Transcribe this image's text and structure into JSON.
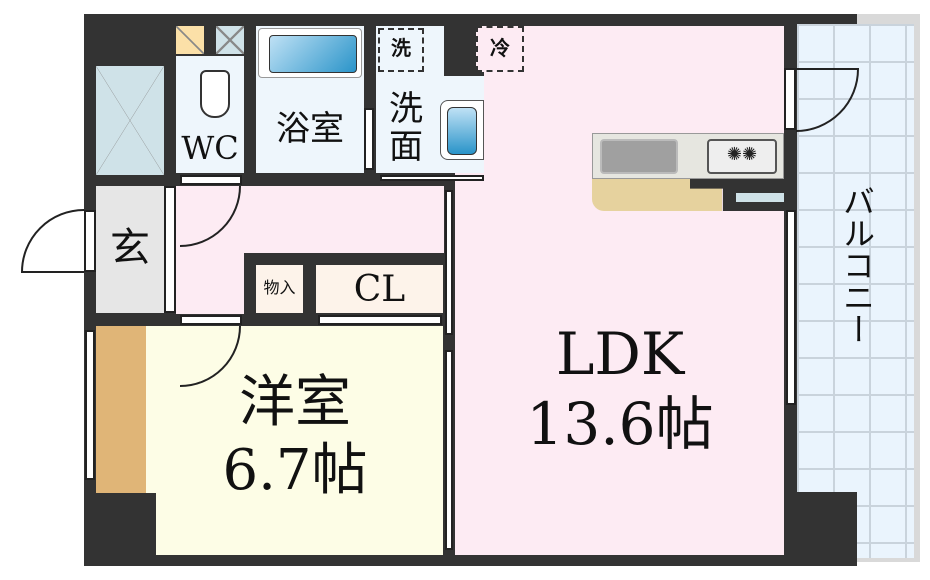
{
  "rooms": {
    "wc": "WC",
    "bath": "浴室",
    "washroom": "洗面",
    "washer": "洗",
    "fridge": "冷",
    "entrance": "玄",
    "storage": "物入",
    "closet": "CL",
    "western_room": {
      "name": "洋室",
      "size": "6.7帖"
    },
    "ldk": {
      "name": "LDK",
      "size": "13.6帖"
    },
    "balcony": "バルコニー"
  },
  "colors": {
    "wall": "#333333",
    "ldk": "#fdebf3",
    "western": "#fdfde6",
    "wet": "#eef6fc",
    "entrance": "#e6e6e6",
    "wood": "#e0b577",
    "balcony": "#eaf4fd"
  }
}
